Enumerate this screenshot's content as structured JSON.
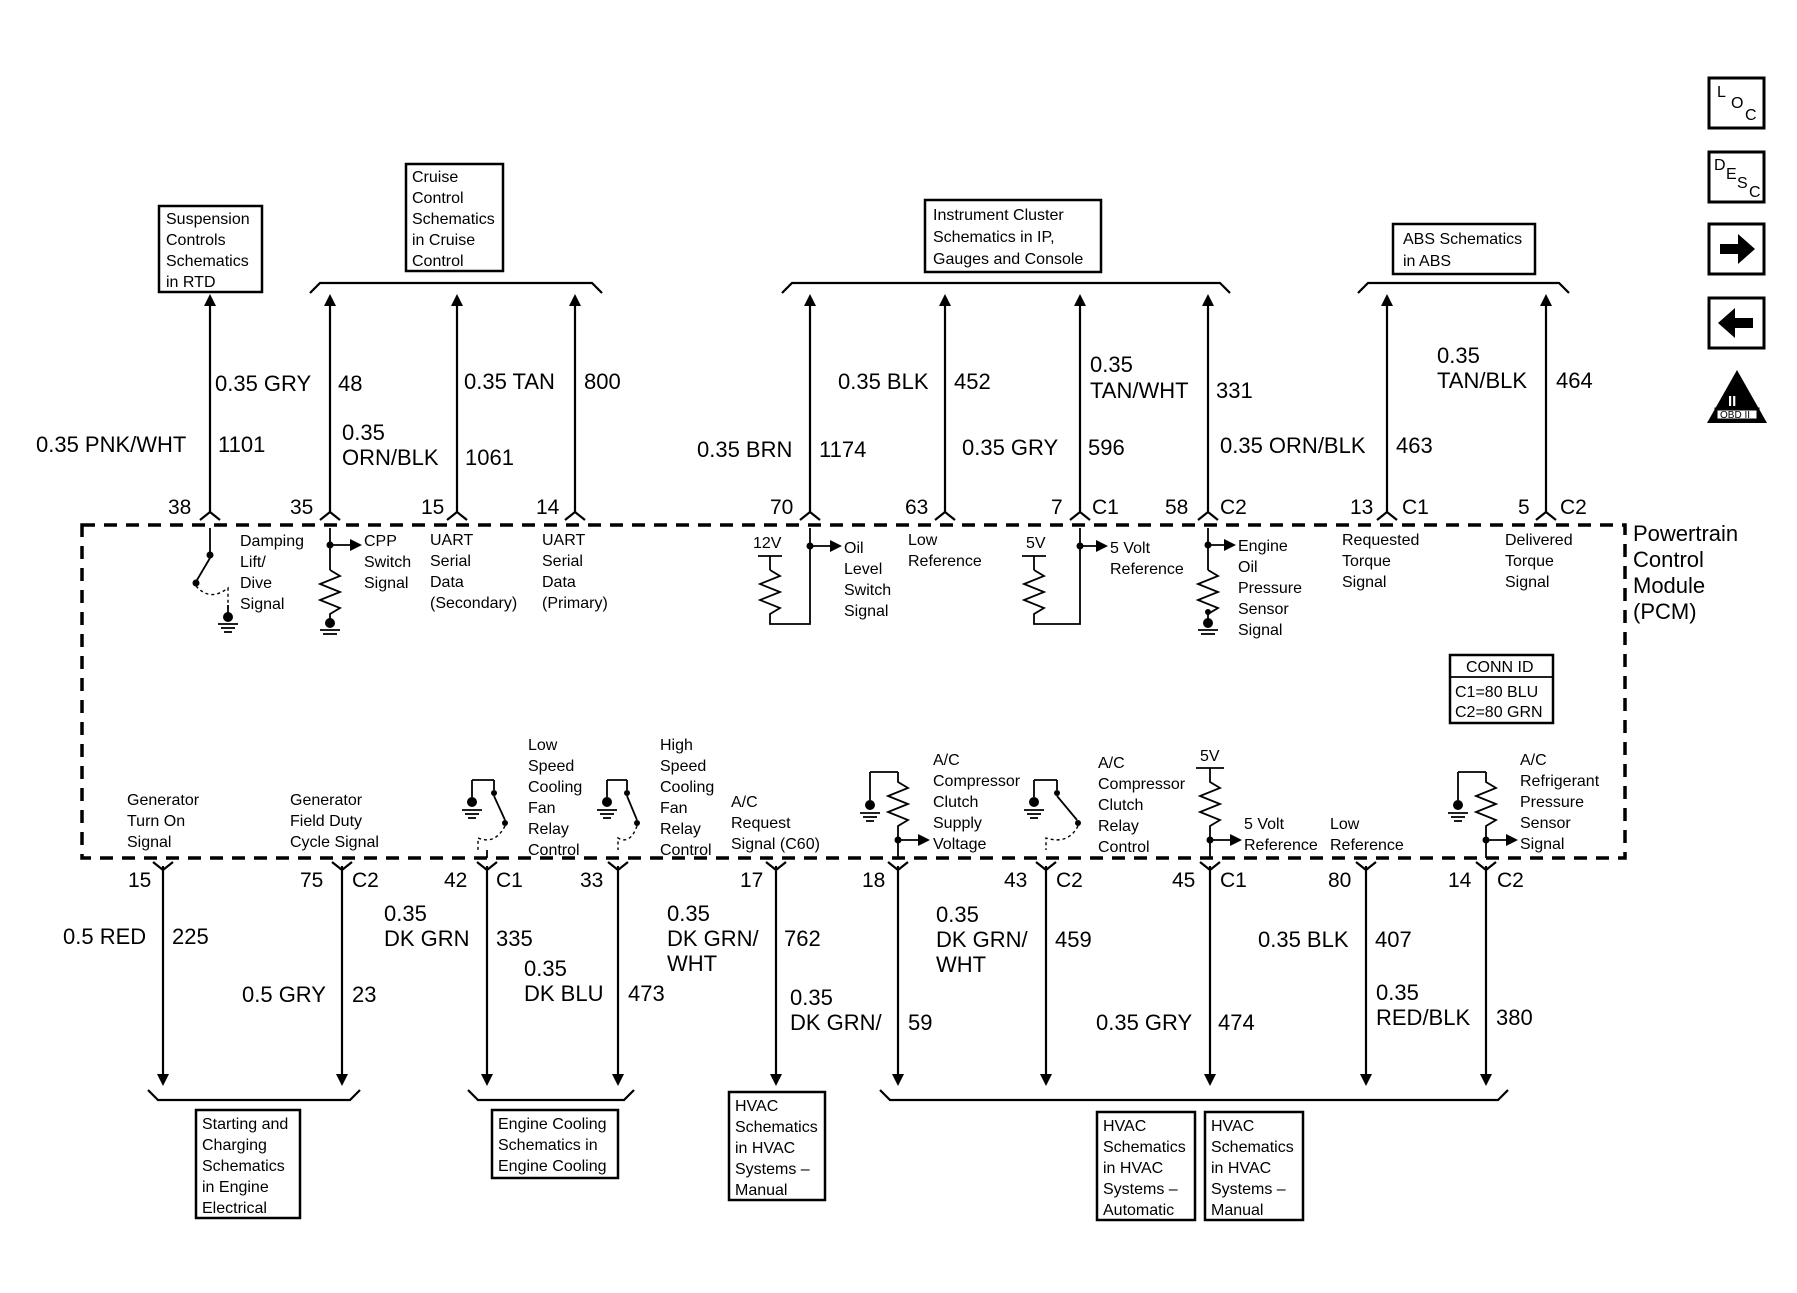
{
  "nav": {
    "loc": {
      "l": "L",
      "o": "O",
      "c": "C"
    },
    "desc": {
      "d": "D",
      "e": "E",
      "s": "S",
      "c": "C"
    },
    "obd": {
      "roman": "II",
      "label": "OBD II"
    }
  },
  "module": {
    "line1": "Powertrain",
    "line2": "Control",
    "line3": "Module",
    "line4": "(PCM)"
  },
  "conn_id": {
    "title": "CONN ID",
    "c1": "C1=80 BLU",
    "c2": "C2=80 GRN"
  },
  "boxes": {
    "suspension": [
      "Suspension",
      "Controls",
      "Schematics",
      "in RTD"
    ],
    "cruise": [
      "Cruise",
      "Control",
      "Schematics",
      "in Cruise",
      "Control"
    ],
    "instrument": [
      "Instrument Cluster",
      "Schematics in IP,",
      "Gauges and Console"
    ],
    "abs": [
      "ABS Schematics",
      "in ABS"
    ],
    "starting": [
      "Starting and",
      "Charging",
      "Schematics",
      "in Engine",
      "Electrical"
    ],
    "engine_cooling": [
      "Engine Cooling",
      "Schematics in",
      "Engine Cooling"
    ],
    "hvac_manual_1": [
      "HVAC",
      "Schematics",
      "in HVAC",
      "Systems –",
      "Manual"
    ],
    "hvac_auto": [
      "HVAC",
      "Schematics",
      "in HVAC",
      "Systems –",
      "Automatic"
    ],
    "hvac_manual_2": [
      "HVAC",
      "Schematics",
      "in HVAC",
      "Systems –",
      "Manual"
    ]
  },
  "top_wires": {
    "w1101": {
      "color": "0.35 PNK/WHT",
      "circuit": "1101",
      "pin": "38"
    },
    "w48": {
      "color": "0.35 GRY",
      "circuit": "48",
      "pin": "35"
    },
    "w1061": {
      "color1": "0.35",
      "color2": "ORN/BLK",
      "circuit": "1061",
      "pin": "15"
    },
    "w800": {
      "color": "0.35 TAN",
      "circuit": "800",
      "pin": "14"
    },
    "w1174": {
      "color": "0.35 BRN",
      "circuit": "1174",
      "pin": "70"
    },
    "w452": {
      "color": "0.35 BLK",
      "circuit": "452",
      "pin": "63"
    },
    "w596": {
      "color": "0.35 GRY",
      "circuit": "596",
      "pin": "7",
      "conn": "C1"
    },
    "w331": {
      "color1": "0.35",
      "color2": "TAN/WHT",
      "circuit": "331",
      "pin": "58",
      "conn": "C2"
    },
    "w463": {
      "color": "0.35 ORN/BLK",
      "circuit": "463",
      "pin": "13",
      "conn": "C1"
    },
    "w464": {
      "color1": "0.35",
      "color2": "TAN/BLK",
      "circuit": "464",
      "pin": "5",
      "conn": "C2"
    }
  },
  "top_signals": {
    "damping": [
      "Damping",
      "Lift/",
      "Dive",
      "Signal"
    ],
    "cpp": [
      "CPP",
      "Switch",
      "Signal"
    ],
    "uart_sec": [
      "UART",
      "Serial",
      "Data",
      "(Secondary)"
    ],
    "uart_pri": [
      "UART",
      "Serial",
      "Data",
      "(Primary)"
    ],
    "oil_level": [
      "Oil",
      "Level",
      "Switch",
      "Signal"
    ],
    "volt12": "12V",
    "low_ref": [
      "Low",
      "Reference"
    ],
    "volt5": "5V",
    "five_volt_ref": [
      "5 Volt",
      "Reference"
    ],
    "eop": [
      "Engine",
      "Oil",
      "Pressure",
      "Sensor",
      "Signal"
    ],
    "req_torque": [
      "Requested",
      "Torque",
      "Signal"
    ],
    "del_torque": [
      "Delivered",
      "Torque",
      "Signal"
    ]
  },
  "bottom_signals": {
    "gen_on": [
      "Generator",
      "Turn On",
      "Signal"
    ],
    "gen_field": [
      "Generator",
      "Field Duty",
      "Cycle Signal"
    ],
    "low_fan": [
      "Low",
      "Speed",
      "Cooling",
      "Fan",
      "Relay",
      "Control"
    ],
    "high_fan": [
      "High",
      "Speed",
      "Cooling",
      "Fan",
      "Relay",
      "Control"
    ],
    "ac_req": [
      "A/C",
      "Request",
      "Signal (C60)"
    ],
    "ac_supply": [
      "A/C",
      "Compressor",
      "Clutch",
      "Supply",
      "Voltage"
    ],
    "ac_relay": [
      "A/C",
      "Compressor",
      "Clutch",
      "Relay",
      "Control"
    ],
    "volt5": "5V",
    "five_volt_ref": [
      "5 Volt",
      "Reference"
    ],
    "low_ref": [
      "Low",
      "Reference"
    ],
    "ac_pressure": [
      "A/C",
      "Refrigerant",
      "Pressure",
      "Sensor",
      "Signal"
    ]
  },
  "bottom_wires": {
    "w225": {
      "color": "0.5 RED",
      "circuit": "225",
      "pin": "15"
    },
    "w23": {
      "color": "0.5 GRY",
      "circuit": "23",
      "pin": "75",
      "conn": "C2"
    },
    "w335": {
      "color1": "0.35",
      "color2": "DK GRN",
      "circuit": "335",
      "pin": "42",
      "conn": "C1"
    },
    "w473": {
      "color1": "0.35",
      "color2": "DK BLU",
      "circuit": "473",
      "pin": "33"
    },
    "w762": {
      "color1": "0.35",
      "color2": "DK GRN/",
      "color3": "WHT",
      "circuit": "762",
      "pin": "17"
    },
    "w59": {
      "color1": "0.35",
      "color2": "DK GRN/",
      "circuit": "59",
      "pin": "18"
    },
    "w459": {
      "color1": "0.35",
      "color2": "DK GRN/",
      "color3": "WHT",
      "circuit": "459",
      "pin": "43",
      "conn": "C2"
    },
    "w474": {
      "color": "0.35 GRY",
      "circuit": "474",
      "pin": "45",
      "conn": "C1"
    },
    "w407": {
      "color": "0.35 BLK",
      "circuit": "407",
      "pin": "80"
    },
    "w380": {
      "color1": "0.35",
      "color2": "RED/BLK",
      "circuit": "380",
      "pin": "14",
      "conn": "C2"
    }
  }
}
